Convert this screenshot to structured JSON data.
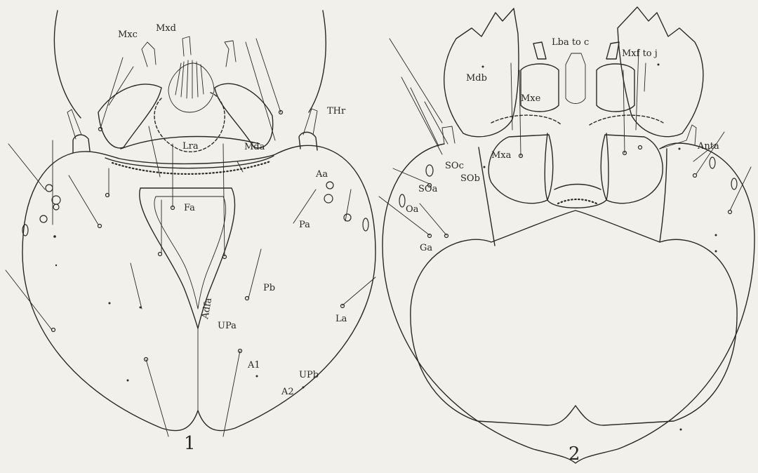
{
  "figure_1": {
    "number": "1",
    "labels": {
      "mxc": "Mxc",
      "mxd": "Mxd",
      "lra": "Lra",
      "mda": "Mda",
      "thr": "THr",
      "fa": "Fa",
      "aa": "Aa",
      "pa": "Pa",
      "pb": "Pb",
      "adfa": "Adfa",
      "upa": "UPa",
      "la": "La",
      "a1": "A1",
      "upb": "UPb",
      "a2": "A2"
    }
  },
  "figure_2": {
    "number": "2",
    "labels": {
      "mdb": "Mdb",
      "lba_toc": "Lba to c",
      "mxf_toj": "Mxf to j",
      "mxe": "Mxe",
      "mxa": "Mxa",
      "anta": "Anta",
      "soc": "SOc",
      "sob": "SOb",
      "soa": "SOa",
      "oa": "Oa",
      "ga": "Ga"
    }
  },
  "colors": {
    "paper": "#f2f0ea",
    "ink": "#2a2824"
  }
}
